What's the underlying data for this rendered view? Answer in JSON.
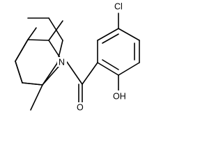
{
  "molecule": {
    "atom_labels": {
      "chlorine": "Cl",
      "nitrogen": "N",
      "oxygen": "O",
      "hydroxyl": "OH"
    }
  }
}
